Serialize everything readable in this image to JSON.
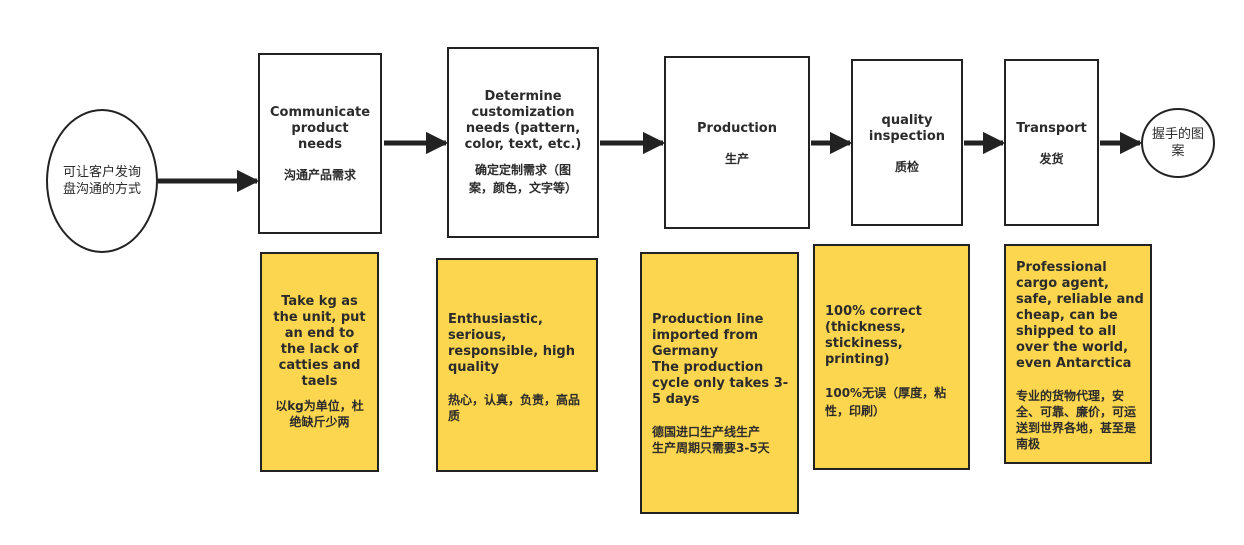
{
  "start": {
    "text": "可让客户发询盘沟通的方式"
  },
  "end": {
    "text": "握手的图案"
  },
  "steps": [
    {
      "en": "Communicate product needs",
      "zh": "沟通产品需求"
    },
    {
      "en": "Determine customization needs (pattern, color, text, etc.)",
      "zh": "确定定制需求（图案，颜色，文字等）"
    },
    {
      "en": "Production",
      "zh": "生产"
    },
    {
      "en": "quality inspection",
      "zh": "质检"
    },
    {
      "en": "Transport",
      "zh": "发货"
    }
  ],
  "notes": [
    {
      "en": "Take kg as the unit, put an end to the lack of catties and taels",
      "zh": "以kg为单位，杜绝缺斤少两"
    },
    {
      "en": "Enthusiastic, serious, responsible, high quality",
      "zh": "热心，认真，负责，高品质"
    },
    {
      "en_line1": "Production line imported from Germany",
      "en_line2": "The production cycle only takes 3-5 days",
      "zh_line1": "德国进口生产线生产",
      "zh_line2": "生产周期只需要3-5天"
    },
    {
      "en": "100% correct (thickness, stickiness, printing)",
      "zh": "100%无误（厚度，粘性，印刷）"
    },
    {
      "en": "Professional cargo agent, safe, reliable and cheap, can be shipped to all over the world, even Antarctica",
      "zh": "专业的货物代理，安全、可靠、廉价，可运送到世界各地，甚至是南极"
    }
  ],
  "colors": {
    "note_fill": "#fdd64f",
    "stroke": "#222222"
  }
}
